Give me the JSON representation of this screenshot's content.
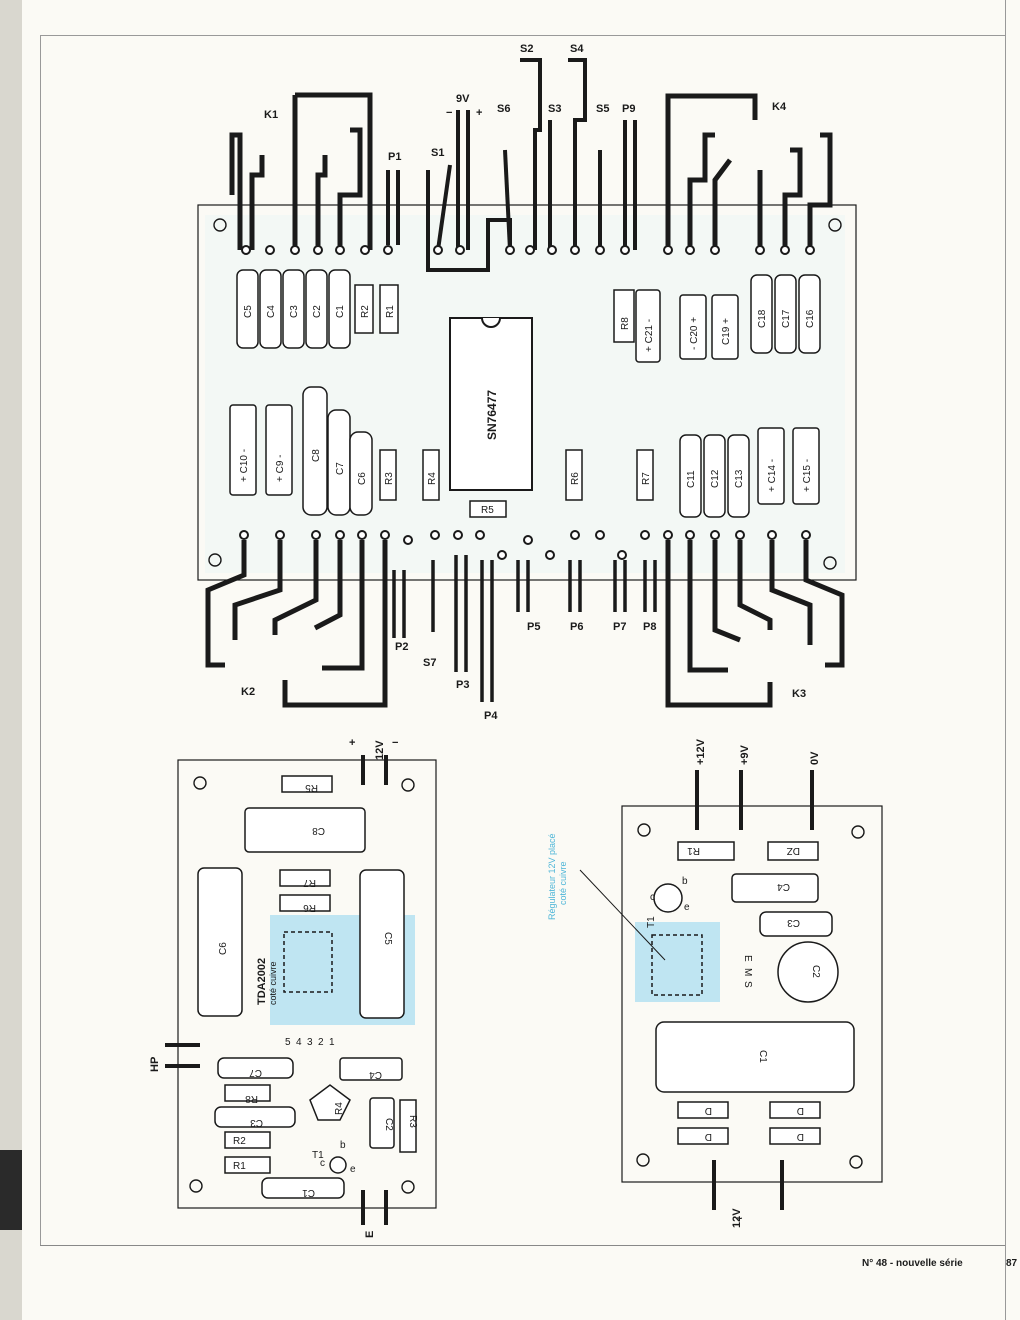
{
  "main_board": {
    "components": {
      "top_caps": [
        "C5",
        "C4",
        "C3",
        "C2",
        "C1"
      ],
      "top_resistors": [
        "R2",
        "R1"
      ],
      "ic": "SN76477",
      "right_top": [
        "R8",
        "+ C21 -",
        "- C20 +",
        "C19 +",
        "C18",
        "C17",
        "C16"
      ],
      "left_mid": [
        "+ C10 -",
        "+ C9 -",
        "C8",
        "C7",
        "C6",
        "R3",
        "R4",
        "R6",
        "R7"
      ],
      "right_mid": [
        "C11",
        "C12",
        "C13",
        "+ C14 -",
        "+ C15 -"
      ],
      "r5": "R5"
    },
    "switches": [
      "K1",
      "K2",
      "K3",
      "K4",
      "S1",
      "S2",
      "S3",
      "S4",
      "S5",
      "S6",
      "S7"
    ],
    "pots": [
      "P1",
      "P2",
      "P3",
      "P4",
      "P5",
      "P6",
      "P7",
      "P8",
      "P9"
    ],
    "supply": {
      "voltage": "9V",
      "minus": "−",
      "plus": "+"
    }
  },
  "amp_board": {
    "supply": {
      "plus": "+",
      "voltage": "12V",
      "minus": "−"
    },
    "ic_label": "TDA2002",
    "ic_note": "coté cuivre",
    "pins": [
      "5",
      "4",
      "3",
      "2",
      "1"
    ],
    "components": [
      "R5",
      "C8",
      "R7",
      "R6",
      "C5",
      "C6",
      "C7",
      "C4",
      "R8",
      "C3",
      "R4",
      "C2",
      "R3",
      "R2",
      "R1",
      "T1",
      "C1"
    ],
    "hp_label": "HP",
    "input_label": "E",
    "transistor_pins": [
      "b",
      "c",
      "e"
    ]
  },
  "psu_board": {
    "outputs": [
      "+12V",
      "+9V",
      "0V"
    ],
    "components": [
      "R1",
      "DZ",
      "T1",
      "C4",
      "C3",
      "C2",
      "C1",
      "D",
      "D",
      "D",
      "D"
    ],
    "regulator_pins": [
      "E",
      "M",
      "S"
    ],
    "transistor_pins": [
      "b",
      "c",
      "e"
    ],
    "input_label": "12V",
    "input_symbol": "~",
    "annotation_line1": "Régulateur 12V placé",
    "annotation_line2": "coté cuivre"
  },
  "footer": {
    "issue": "N° 48 - nouvelle série",
    "page": "87"
  },
  "colors": {
    "copper": "#1a1a1a",
    "tint": "#bfe5f2",
    "note": "#4fb6d8"
  }
}
